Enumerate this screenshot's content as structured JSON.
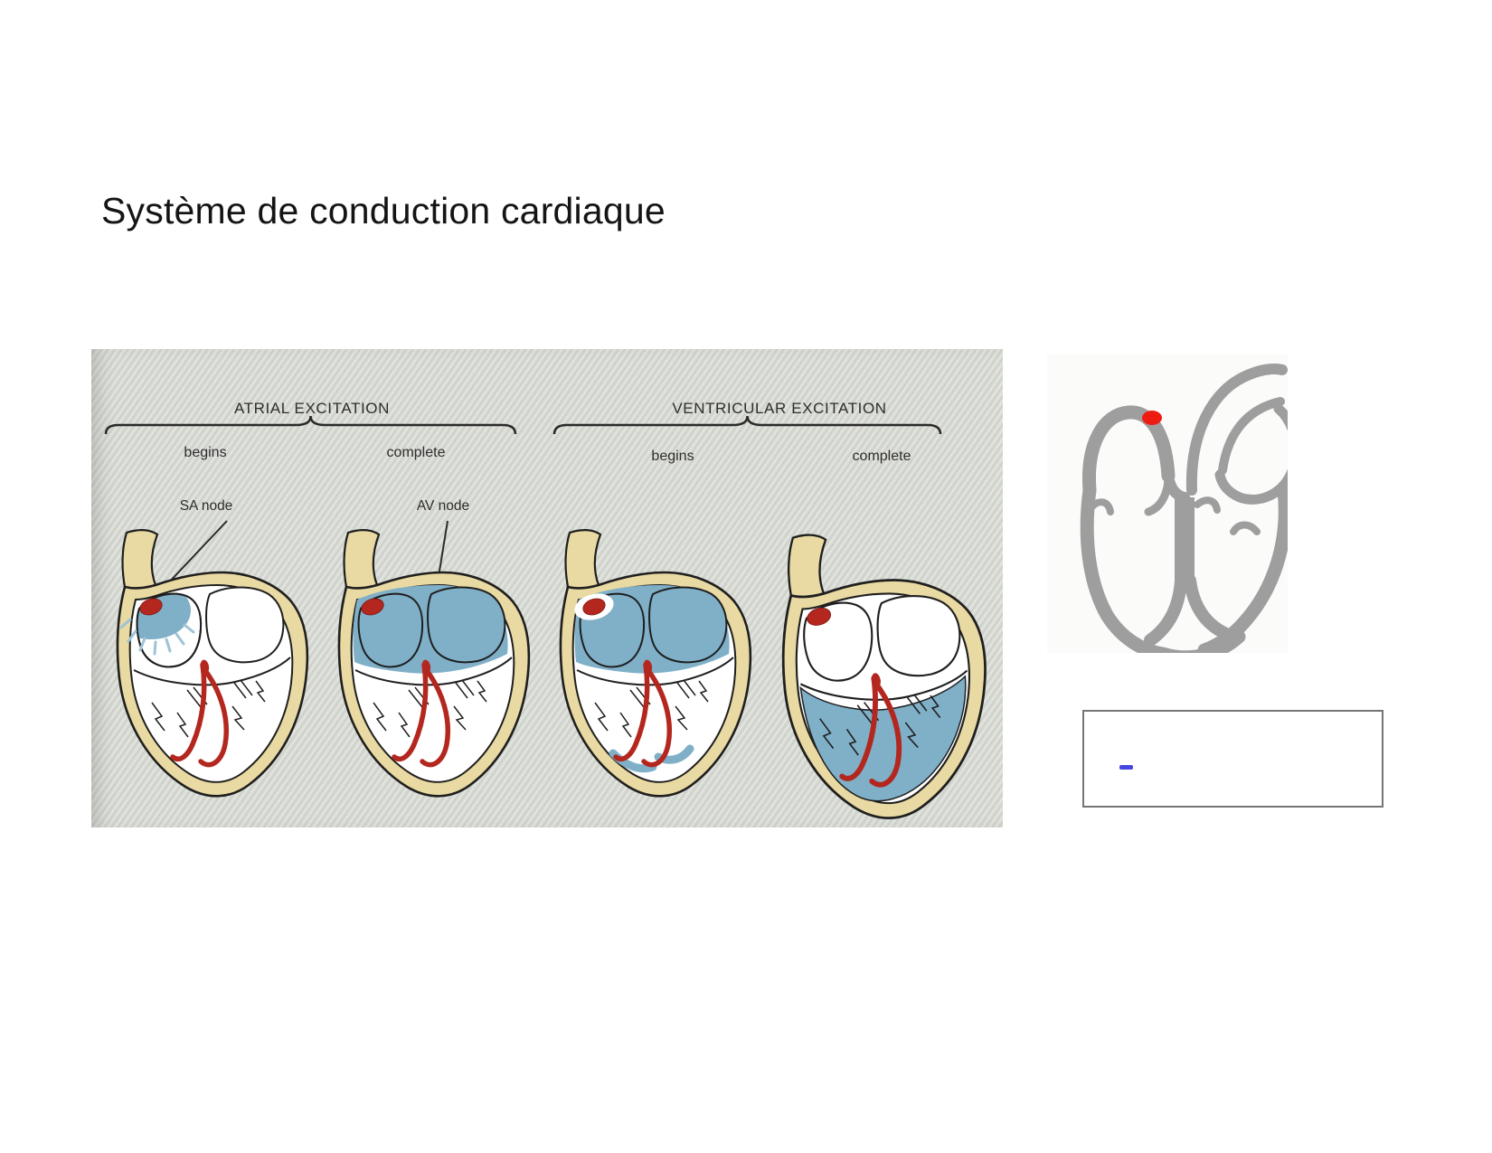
{
  "slide": {
    "title": "Système de conduction cardiaque",
    "background": "#ffffff"
  },
  "figure": {
    "type": "textbook-scan",
    "background": "#d8dad4",
    "sections": [
      {
        "title": "ATRIAL EXCITATION",
        "stages": [
          "begins",
          "complete"
        ]
      },
      {
        "title": "VENTRICULAR EXCITATION",
        "stages": [
          "begins",
          "complete"
        ]
      }
    ],
    "annotations": [
      {
        "label": "SA node"
      },
      {
        "label": "AV node"
      }
    ],
    "hearts": [
      {
        "phase": "atrial-begins"
      },
      {
        "phase": "atrial-complete"
      },
      {
        "phase": "ventricular-begins"
      },
      {
        "phase": "ventricular-complete"
      }
    ],
    "colors": {
      "excitation_blue": "#7fb0c8",
      "arrow_blue": "#9fc3d6",
      "node_red": "#b3271f",
      "vessel_tan": "#e9d9a2",
      "outline": "#1f1f1f",
      "text": "#2e2e2e"
    }
  },
  "side": {
    "schematic": {
      "name": "heart-cross-section-outline",
      "outline_color": "#9e9e9e",
      "sa_dot_color": "#ee1b11"
    },
    "note_box": {
      "bullet": "-",
      "bullet_color": "#4646e0",
      "border_color": "#757575"
    }
  }
}
